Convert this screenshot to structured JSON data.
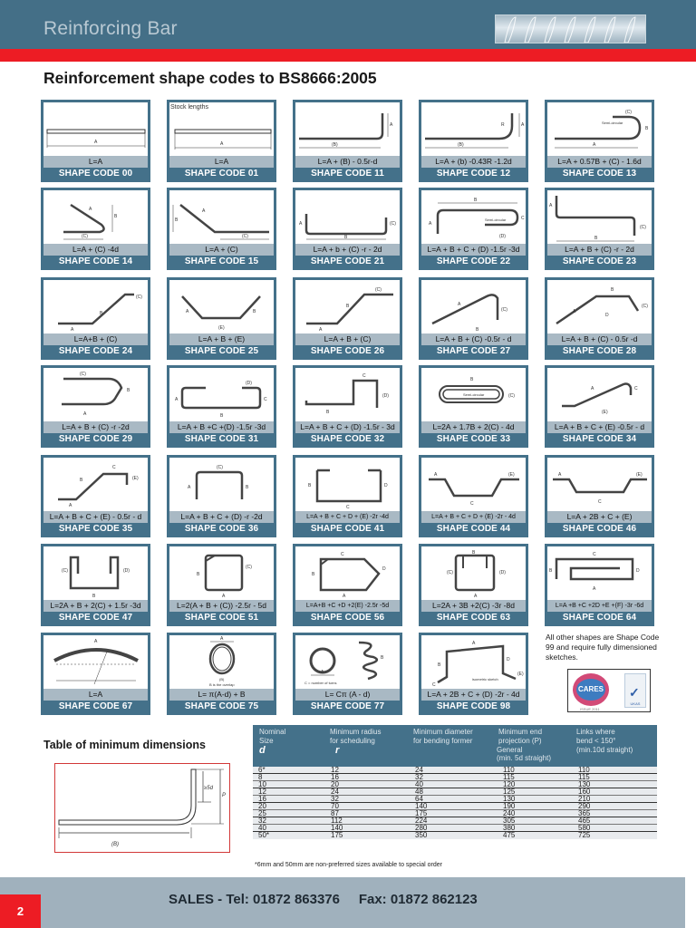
{
  "header": {
    "title": "Reinforcing Bar",
    "image": "rebar-photo"
  },
  "page_title": "Reinforcement shape codes to BS8666:2005",
  "shapes": [
    {
      "code": "SHAPE CODE 00",
      "formula": "L=A"
    },
    {
      "code": "SHAPE CODE 01",
      "formula": "L=A",
      "note": "Stock lengths"
    },
    {
      "code": "SHAPE CODE 11",
      "formula": "L=A + (B) - 0.5r-d"
    },
    {
      "code": "SHAPE CODE 12",
      "formula": "L=A + (b) -0.43R -1.2d"
    },
    {
      "code": "SHAPE CODE 13",
      "formula": "L=A + 0.57B + (C) - 1.6d"
    },
    {
      "code": "SHAPE CODE 14",
      "formula": "L=A + (C) -4d"
    },
    {
      "code": "SHAPE CODE 15",
      "formula": "L=A + (C)"
    },
    {
      "code": "SHAPE CODE 21",
      "formula": "L=A + b + (C) -r - 2d"
    },
    {
      "code": "SHAPE CODE 22",
      "formula": "L=A + B + C + (D) -1.5r -3d"
    },
    {
      "code": "SHAPE CODE 23",
      "formula": "L=A + B + (C) -r - 2d"
    },
    {
      "code": "SHAPE CODE 24",
      "formula": "L=A+B + (C)"
    },
    {
      "code": "SHAPE CODE 25",
      "formula": "L=A + B + (E)"
    },
    {
      "code": "SHAPE CODE 26",
      "formula": "L=A + B + (C)"
    },
    {
      "code": "SHAPE CODE 27",
      "formula": "L=A + B + (C) -0.5r - d"
    },
    {
      "code": "SHAPE CODE 28",
      "formula": "L=A + B + (C) - 0.5r -d"
    },
    {
      "code": "SHAPE CODE 29",
      "formula": "L=A + B + (C) -r -2d"
    },
    {
      "code": "SHAPE CODE 31",
      "formula": "L=A + B +C +(D) -1.5r -3d"
    },
    {
      "code": "SHAPE CODE 32",
      "formula": "L=A + B + C + (D) -1.5r - 3d"
    },
    {
      "code": "SHAPE CODE 33",
      "formula": "L=2A + 1.7B + 2(C) - 4d"
    },
    {
      "code": "SHAPE CODE 34",
      "formula": "L=A + B + C + (E) -0.5r - d"
    },
    {
      "code": "SHAPE CODE 35",
      "formula": "L=A + B + C + (E) - 0.5r - d"
    },
    {
      "code": "SHAPE CODE 36",
      "formula": "L=A + B + C + (D) -r -2d"
    },
    {
      "code": "SHAPE CODE 41",
      "formula": "L=A + B + C + D + (E) -2r -4d"
    },
    {
      "code": "SHAPE CODE 44",
      "formula": "L=A + B + C + D + (E) -2r - 4d"
    },
    {
      "code": "SHAPE CODE 46",
      "formula": "L=A + 2B + C + (E)"
    },
    {
      "code": "SHAPE CODE 47",
      "formula": "L=2A + B + 2(C) + 1.5r -3d"
    },
    {
      "code": "SHAPE CODE 51",
      "formula": "L=2(A + B + (C)) -2.5r - 5d"
    },
    {
      "code": "SHAPE CODE 56",
      "formula": "L=A+B +C +D +2(E) -2.5r -5d"
    },
    {
      "code": "SHAPE CODE 63",
      "formula": "L=2A + 3B +2(C) -3r -8d"
    },
    {
      "code": "SHAPE CODE 64",
      "formula": "L=A +B +C +2D +E +(F) -3r -6d"
    },
    {
      "code": "SHAPE CODE 67",
      "formula": "L=A"
    },
    {
      "code": "SHAPE CODE 75",
      "formula": "L= π(A-d) + B",
      "note": "B is the overlap"
    },
    {
      "code": "SHAPE CODE 77",
      "formula": "L= Cπ (A - d)",
      "note": "C = number of turns"
    },
    {
      "code": "SHAPE CODE 98",
      "formula": "L=A + 2B + C + (D) -2r - 4d",
      "note": "isometric sketch"
    }
  ],
  "side_note": "All other shapes are Shape Code 99 and require fully dimensioned sketches.",
  "logos": {
    "cares": "CARES",
    "ukas": "UKAS",
    "cares_number": "ISSUE 2011"
  },
  "min_dims": {
    "title": "Table of minimum dimensions",
    "diagram_labels": {
      "b": "(B)",
      "five_d": "≥5d",
      "p": "P"
    },
    "headers": [
      {
        "line1": "Nominal",
        "line2": "Size",
        "symbol": "d"
      },
      {
        "line1": "Minimum radius",
        "line2": "for scheduling",
        "symbol": "r"
      },
      {
        "line1": "Minimum diameter",
        "line2": "for bending former",
        "symbol": ""
      },
      {
        "line1": "Minimum end",
        "line2": "projection (P)",
        "line3": "General",
        "line4": "(min. 5d straight)"
      },
      {
        "line1": "Links where",
        "line2": "bend < 150°",
        "line3": "(min.10d straight)"
      }
    ],
    "rows": [
      [
        "6*",
        "12",
        "24",
        "110",
        "110"
      ],
      [
        "8",
        "16",
        "32",
        "115",
        "115"
      ],
      [
        "10",
        "20",
        "40",
        "120",
        "130"
      ],
      [
        "12",
        "24",
        "48",
        "125",
        "160"
      ],
      [
        "16",
        "32",
        "64",
        "130",
        "210"
      ],
      [
        "20",
        "70",
        "140",
        "190",
        "290"
      ],
      [
        "25",
        "87",
        "175",
        "240",
        "365"
      ],
      [
        "32",
        "112",
        "224",
        "305",
        "465"
      ],
      [
        "40",
        "140",
        "280",
        "380",
        "580"
      ],
      [
        "50*",
        "175",
        "350",
        "475",
        "725"
      ]
    ],
    "footnote": "*6mm and 50mm are non-preferred sizes available to special order"
  },
  "footer": {
    "page_number": "2",
    "sales": "SALES - Tel: 01872 863376     Fax: 01872 862123"
  },
  "colors": {
    "header_blue": "#446f87",
    "accent_red": "#ed1c24",
    "formula_grey": "#a9b9c4",
    "footer_grey": "#a0b1bd"
  }
}
